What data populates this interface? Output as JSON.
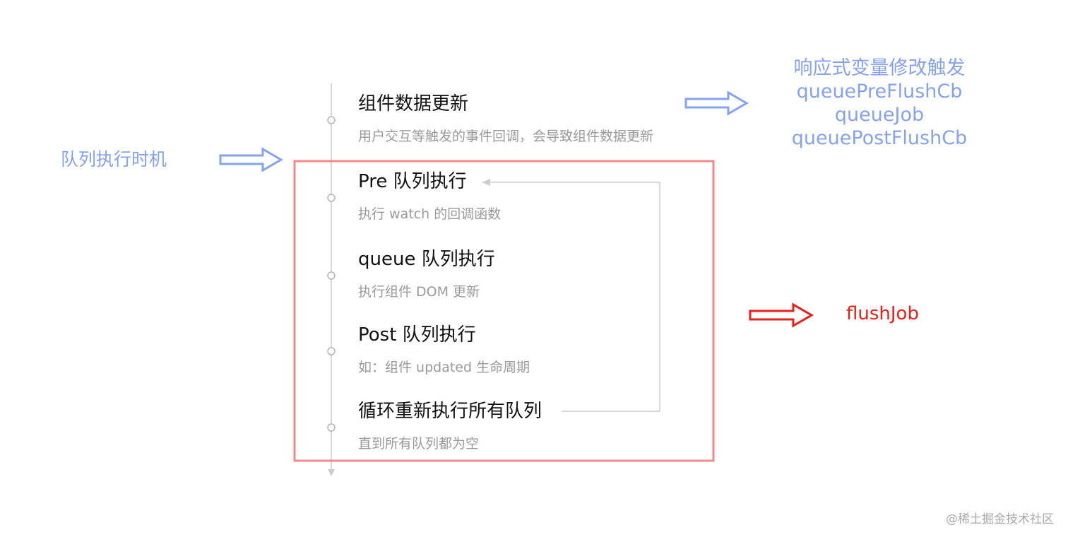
{
  "steps": [
    {
      "title": "组件数据更新",
      "desc": "用户交互等触发的事件回调，会导致组件数据更新"
    },
    {
      "title": "Pre 队列执行",
      "desc": "执行 watch 的回调函数"
    },
    {
      "title": "queue 队列执行",
      "desc": "执行组件 DOM 更新"
    },
    {
      "title": "Post 队列执行",
      "desc": "如：组件 updated 生命周期"
    },
    {
      "title": "循环重新执行所有队列",
      "desc": "直到所有队列都为空"
    }
  ],
  "left_label": "队列执行时机",
  "trigger": {
    "title": "响应式变量修改触发",
    "apis": [
      "queuePreFlushCb",
      "queueJob",
      "queuePostFlushCb"
    ]
  },
  "flush_label": "flushJob",
  "watermark": "@稀土掘金技术社区",
  "colors": {
    "blue_accent": "#86a2ea",
    "red_accent": "#e8201a",
    "box_border": "#f08a8a",
    "timeline": "#cccccc",
    "title_text": "#111111",
    "desc_text": "#9a9a9a"
  }
}
